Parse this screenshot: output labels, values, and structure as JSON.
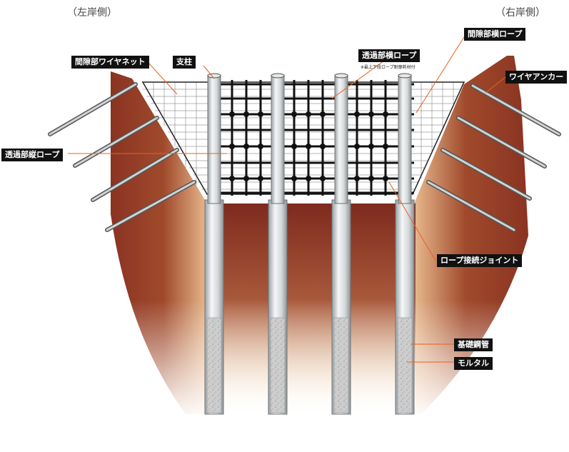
{
  "headings": {
    "left_bank": "（左岸側）",
    "right_bank": "（右岸側）"
  },
  "labels": {
    "center_wire_net": "間隙部ワイヤネット",
    "post": "支柱",
    "transmit_horizontal_rope": "透過部横ロープ",
    "transmit_note": "※最上下段ロープ耐摩耗材付",
    "center_horizontal_rope": "間隙部横ロープ",
    "wire_anchor": "ワイヤアンカー",
    "transmit_vertical_rope": "透過部縦ロープ",
    "rope_joint": "ロープ接続ジョイント",
    "foundation_pipe": "基礎鋼管",
    "mortar": "モルタル"
  },
  "colors": {
    "leader": "#e8601c",
    "label_bg": "#111111",
    "soil_dark": "#7a2a1c",
    "soil_light": "#f3dcc4",
    "pipe_steel": "#d9dcde",
    "mortar": "#c8c8c8"
  }
}
